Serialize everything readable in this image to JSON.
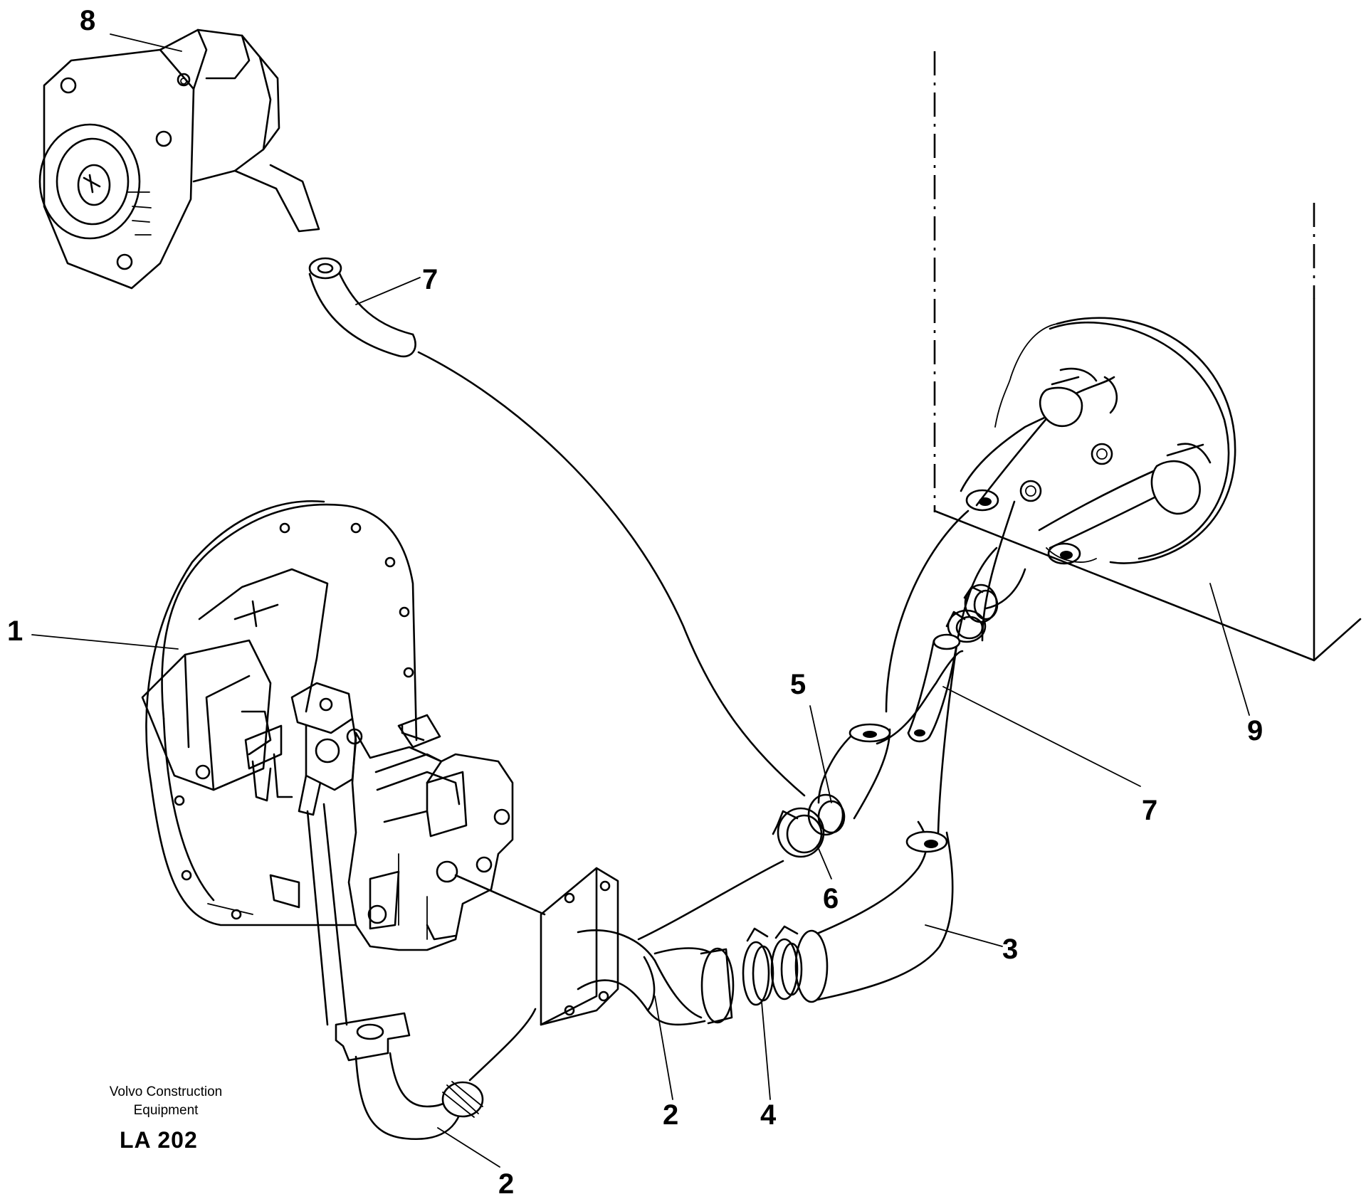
{
  "diagram": {
    "callouts": [
      {
        "id": "c1",
        "label": "1"
      },
      {
        "id": "c2a",
        "label": "2"
      },
      {
        "id": "c2b",
        "label": "2"
      },
      {
        "id": "c3",
        "label": "3"
      },
      {
        "id": "c4",
        "label": "4"
      },
      {
        "id": "c5",
        "label": "5"
      },
      {
        "id": "c6",
        "label": "6"
      },
      {
        "id": "c7a",
        "label": "7"
      },
      {
        "id": "c7b",
        "label": "7"
      },
      {
        "id": "c8",
        "label": "8"
      },
      {
        "id": "c9",
        "label": "9"
      }
    ],
    "brand_line1": "Volvo Construction",
    "brand_line2": "Equipment",
    "code": "LA 202"
  }
}
